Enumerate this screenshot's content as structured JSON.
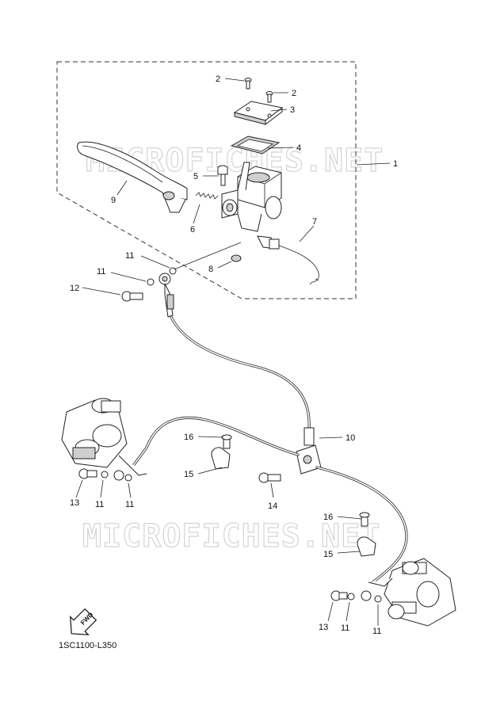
{
  "watermarks": [
    "MICROFICHES.NET",
    "MICROFICHES.NET"
  ],
  "callouts": {
    "c1": "1",
    "c2a": "2",
    "c2b": "2",
    "c3": "3",
    "c4": "4",
    "c5": "5",
    "c6": "6",
    "c7": "7",
    "c8": "8",
    "c9": "9",
    "c10": "10",
    "c11a": "11",
    "c11b": "11",
    "c11c": "11",
    "c11d": "11",
    "c11e": "11",
    "c11f": "11",
    "c12": "12",
    "c13a": "13",
    "c13b": "13",
    "c14": "14",
    "c15a": "15",
    "c15b": "15",
    "c16a": "16",
    "c16b": "16"
  },
  "fwd_label": "FWD",
  "diagram_code": "1SC1100-L350"
}
